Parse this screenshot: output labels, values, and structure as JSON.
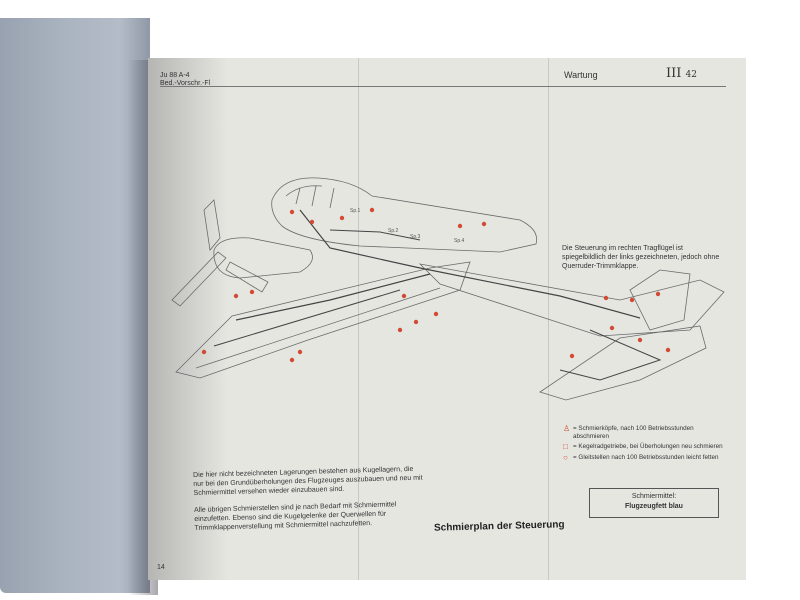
{
  "header": {
    "doc_code_line1": "Ju 88 A-4",
    "doc_code_line2": "Bed.-Vorschr.-Fl",
    "section": "Wartung",
    "page_roman": "III",
    "page_num": "42"
  },
  "diagram_labels": [
    "Sp.1",
    "Sp.2",
    "Sp.3",
    "Sp.4"
  ],
  "note_text": "Die Steuerung im rechten Tragflügel ist spiegelbildlich der links gezeichneten, jedoch ohne Querruder-Trimmklappe.",
  "legend": [
    {
      "symbol": "♙",
      "text": "= Schmierköpfe, nach 100 Betriebsstunden abschmieren"
    },
    {
      "symbol": "□",
      "text": "= Kegelradgetriebe, bei Überholungen neu schmieren"
    },
    {
      "symbol": "○",
      "text": "= Gleitstellen nach 100 Betriebsstunden leicht fetten"
    }
  ],
  "lubricant_box": {
    "label": "Schmiermittel:",
    "value": "Flugzeugfett blau"
  },
  "body_paragraph_1": "Die hier nicht bezeichneten Lagerungen bestehen aus Kugellagern, die nur bei den Grundüberholungen des Flugzeuges auszubauen und neu mit Schmiermittel versehen wieder einzubauen sind.",
  "body_paragraph_2": "Alle übrigen Schmierstellen sind je nach Bedarf mit Schmiermittel einzufetten. Ebenso sind die Kugelgelenke der Querwellen für Trimmklappenverstellung mit Schmiermittel nachzufetten.",
  "caption": "Schmierplan der Steuerung",
  "footer_page": "14",
  "colors": {
    "ink": "#333333",
    "marker_red": "#d24a34",
    "paper": "#e6e6e1"
  }
}
